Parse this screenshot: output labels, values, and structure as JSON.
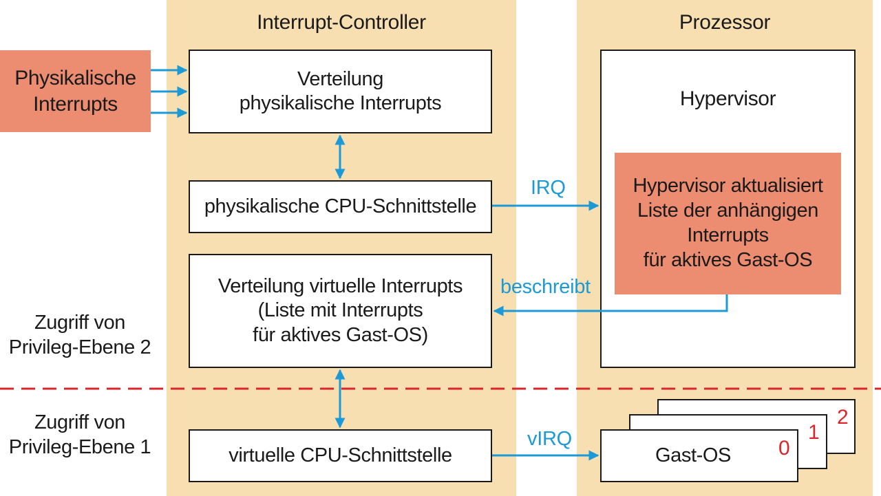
{
  "columns": {
    "interrupt_controller": "Interrupt-Controller",
    "processor": "Prozessor"
  },
  "physical_interrupts": "Physikalische\nInterrupts",
  "boxes": {
    "distribution_physical": "Verteilung\nphysikalische Interrupts",
    "physical_cpu_interface": "physikalische CPU-Schnittstelle",
    "distribution_virtual": "Verteilung virtuelle Interrupts\n(Liste mit Interrupts\nfür aktives Gast-OS)",
    "virtual_cpu_interface": "virtuelle CPU-Schnittstelle",
    "hypervisor": "Hypervisor",
    "hypervisor_update": "Hypervisor aktualisiert\nListe der anhängigen\nInterrupts\nfür aktives Gast-OS",
    "guest_os": "Gast-OS"
  },
  "guest_os_stack": [
    "0",
    "1",
    "2"
  ],
  "arrow_labels": {
    "irq": "IRQ",
    "writes": "beschreibt",
    "virq": "vIRQ"
  },
  "privilege_levels": {
    "level2": "Zugriff von\nPrivileg-Ebene 2",
    "level1": "Zugriff von\nPrivileg-Ebene 1"
  },
  "colors": {
    "column_background": "#f8dfb2",
    "highlight_box": "#ec8c70",
    "arrow": "#1c9ad6",
    "divider": "#d9262a",
    "stack_numbers": "#d9262a"
  }
}
